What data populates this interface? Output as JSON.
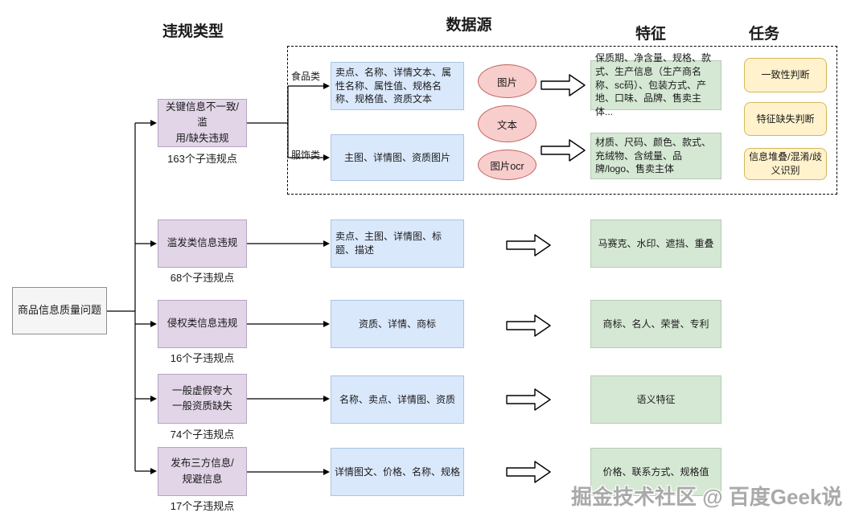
{
  "headers": {
    "violation_type": "违规类型",
    "data_source": "数据源",
    "feature": "特征",
    "task": "任务"
  },
  "root": {
    "label": "商品信息质量问题"
  },
  "violations": [
    {
      "label": "关键信息不一致/滥\n用/缺失违规",
      "count": "163个子违规点"
    },
    {
      "label": "滥发类信息违规",
      "count": "68个子违规点"
    },
    {
      "label": "侵权类信息违规",
      "count": "16个子违规点"
    },
    {
      "label": "一般虚假夸大\n一般资质缺失",
      "count": "74个子违规点"
    },
    {
      "label": "发布三方信息/\n规避信息",
      "count": "17个子违规点"
    }
  ],
  "detail": {
    "food_label": "食品类",
    "clothing_label": "服饰类",
    "food_source": "卖点、名称、详情文本、属性名称、属性值、规格名称、规格值、资质文本",
    "clothing_source": "主图、详情图、资质图片",
    "modalities": [
      "图片",
      "文本",
      "图片ocr"
    ],
    "food_features": "保质期、净含量、规格、款式、生产信息（生产商名称、sc码）、包装方式、产地、口味、品牌、售卖主体...",
    "clothing_features": "材质、尺码、颜色、款式、充绒物、含绒量、品牌/logo、售卖主体",
    "tasks": [
      "一致性判断",
      "特征缺失判断",
      "信息堆叠/混淆/歧\n义识别"
    ]
  },
  "rows": [
    {
      "source": "卖点、主图、详情图、标题、描述",
      "feature": "马赛克、水印、遮挡、重叠"
    },
    {
      "source": "资质、详情、商标",
      "feature": "商标、名人、荣誉、专利"
    },
    {
      "source": "名称、卖点、详情图、资质",
      "feature": "语义特征"
    },
    {
      "source": "详情图文、价格、名称、规格",
      "feature": "价格、联系方式、规格值"
    }
  ],
  "watermark": "掘金技术社区 @ 百度Geek说",
  "colors": {
    "violation_fill": "#e1d5e7",
    "violation_border": "#b5a4c3",
    "source_fill": "#dae8fc",
    "source_border": "#a9c4e4",
    "modality_fill": "#f8cecc",
    "modality_border": "#c26260",
    "feature_fill": "#d5e8d4",
    "feature_border": "#b5ccb3",
    "task_fill": "#fff2cc",
    "task_border": "#d6b656",
    "root_fill": "#f5f5f5",
    "root_border": "#8f8f8f"
  }
}
